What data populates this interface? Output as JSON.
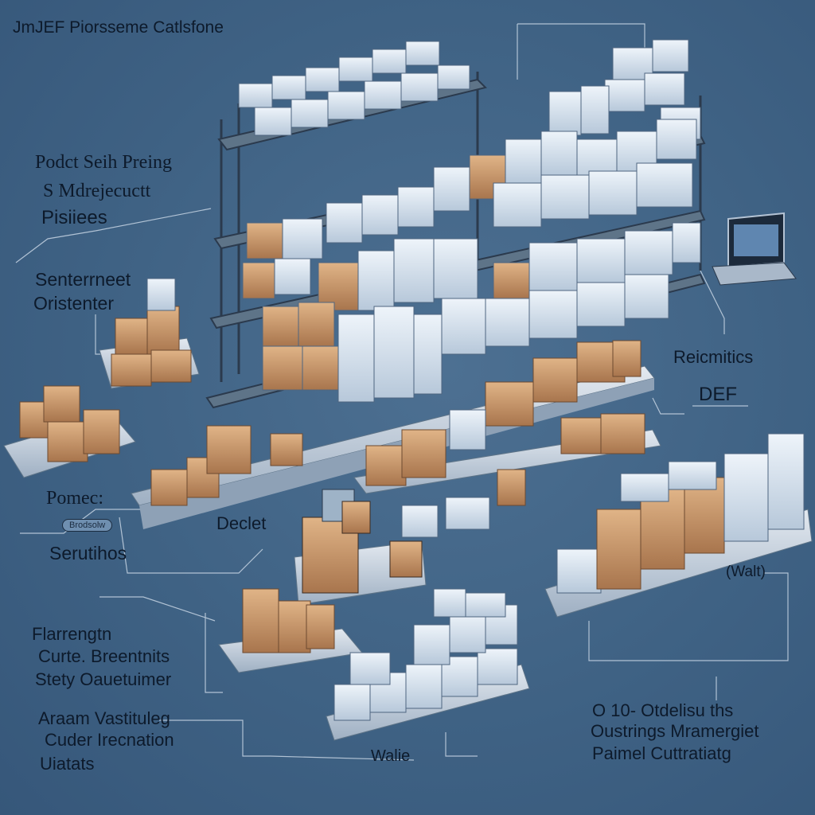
{
  "title": "JmJEF Piorsseme Catlsfone",
  "left_labels": {
    "group1": [
      "Podct Seih Preing",
      "S Mdrejecuctt",
      "Pisiiees"
    ],
    "group2": [
      "Senterrneet",
      "Oristenter"
    ],
    "group3_top": "Pomec:",
    "badge": "Brodsolw",
    "group3_bottom": "Serutihos",
    "group4": [
      "Flarrengtn",
      "Curte. Breentnits",
      "Stety Oauetuimer"
    ],
    "group5": [
      "Araam Vastituleg",
      "Cuder Irecnation",
      "Uiatats"
    ]
  },
  "center_labels": {
    "dect": "Declet",
    "walie": "Walie"
  },
  "right_labels": {
    "reicmitics": "Reicmitics",
    "def": "DEF",
    "walt": "(Walt)",
    "group_bottom": [
      "O 10- Otdelisu ths",
      "Oustrings Mramergiet",
      "Paimel Cuttratiatg"
    ]
  },
  "colors": {
    "background": "#3f6284",
    "shelf_frame": "#2b3a4d",
    "box_cardboard": "#c79669",
    "box_blue": "#dbe6f2",
    "platform": "#c9d3de",
    "text": "#0d1a2b",
    "lines": "#c6d4e3"
  }
}
